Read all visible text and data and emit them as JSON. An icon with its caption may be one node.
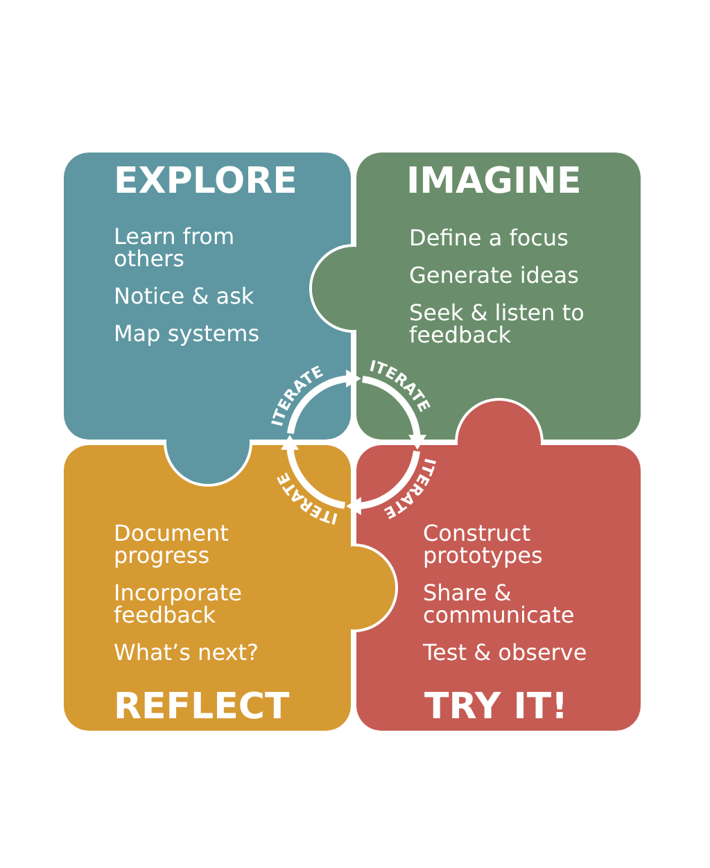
{
  "diagram": {
    "nodes": [
      {
        "text": [
          "EXPLORE",
          "Learn from others",
          "Notice & ask",
          "Map systems"
        ]
      },
      {
        "text": [
          "IMAGINE",
          "Define a focus",
          "Generate ideas",
          "Seek & listen to feedback"
        ]
      },
      {
        "text": [
          "Document progress",
          "Incorporate feedback",
          "What’s next?",
          "REFLECT"
        ]
      },
      {
        "text": [
          "Construct prototypes",
          "Share & communicate",
          "Test & observe",
          "TRY IT!"
        ]
      }
    ],
    "edges": [
      {
        "from": 0,
        "to": 1,
        "arrow": "to",
        "label": "ITERATE"
      },
      {
        "from": 1,
        "to": 3,
        "arrow": "to",
        "label": "ITERATE"
      },
      {
        "from": 3,
        "to": 2,
        "arrow": "to",
        "label": "ITERATE"
      },
      {
        "from": 2,
        "to": 0,
        "arrow": "to",
        "label": "ITERATE"
      }
    ]
  }
}
